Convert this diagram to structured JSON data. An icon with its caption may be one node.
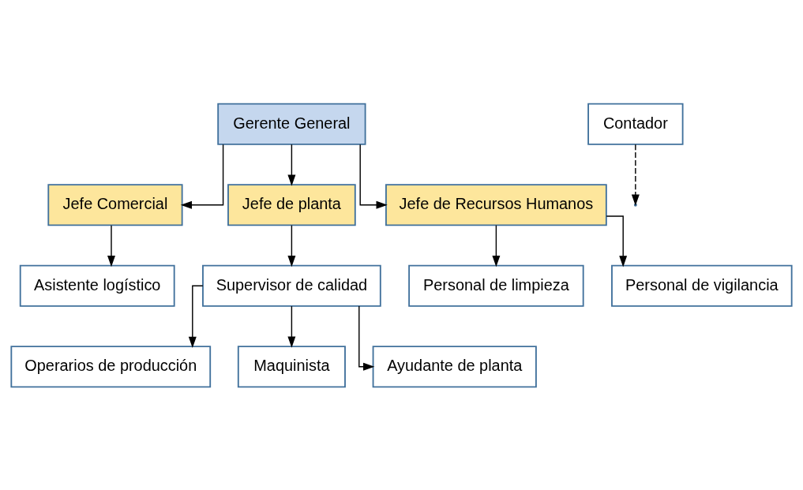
{
  "diagram": {
    "nodes": [
      {
        "text": [
          "Gerente General"
        ]
      },
      {
        "text": [
          "Contador"
        ]
      },
      {
        "text": [
          "Jefe Comercial"
        ]
      },
      {
        "text": [
          "Jefe de planta"
        ]
      },
      {
        "text": [
          "Jefe de Recursos Humanos"
        ]
      },
      {
        "text": [
          "Asistente logístico"
        ]
      },
      {
        "text": [
          "Supervisor de calidad"
        ]
      },
      {
        "text": [
          "Personal de limpieza"
        ]
      },
      {
        "text": [
          "Personal de vigilancia"
        ]
      },
      {
        "text": [
          "Operarios de producción"
        ]
      },
      {
        "text": [
          "Maquinista"
        ]
      },
      {
        "text": [
          "Ayudante de planta"
        ]
      }
    ],
    "edges": [
      {
        "from": 1,
        "to": null,
        "arrow": "to",
        "style": "dashed"
      },
      {
        "from": 0,
        "to": 2,
        "arrow": "to"
      },
      {
        "from": 0,
        "to": 3,
        "arrow": "to"
      },
      {
        "from": 0,
        "to": 4,
        "arrow": "to"
      },
      {
        "from": 2,
        "to": 5,
        "arrow": "to"
      },
      {
        "from": 3,
        "to": 6,
        "arrow": "to"
      },
      {
        "from": 4,
        "to": 7,
        "arrow": "to"
      },
      {
        "from": 4,
        "to": 8,
        "arrow": "to"
      },
      {
        "from": 6,
        "to": 9,
        "arrow": "to"
      },
      {
        "from": 6,
        "to": 10,
        "arrow": "to"
      },
      {
        "from": 6,
        "to": 11,
        "arrow": "to"
      }
    ]
  }
}
